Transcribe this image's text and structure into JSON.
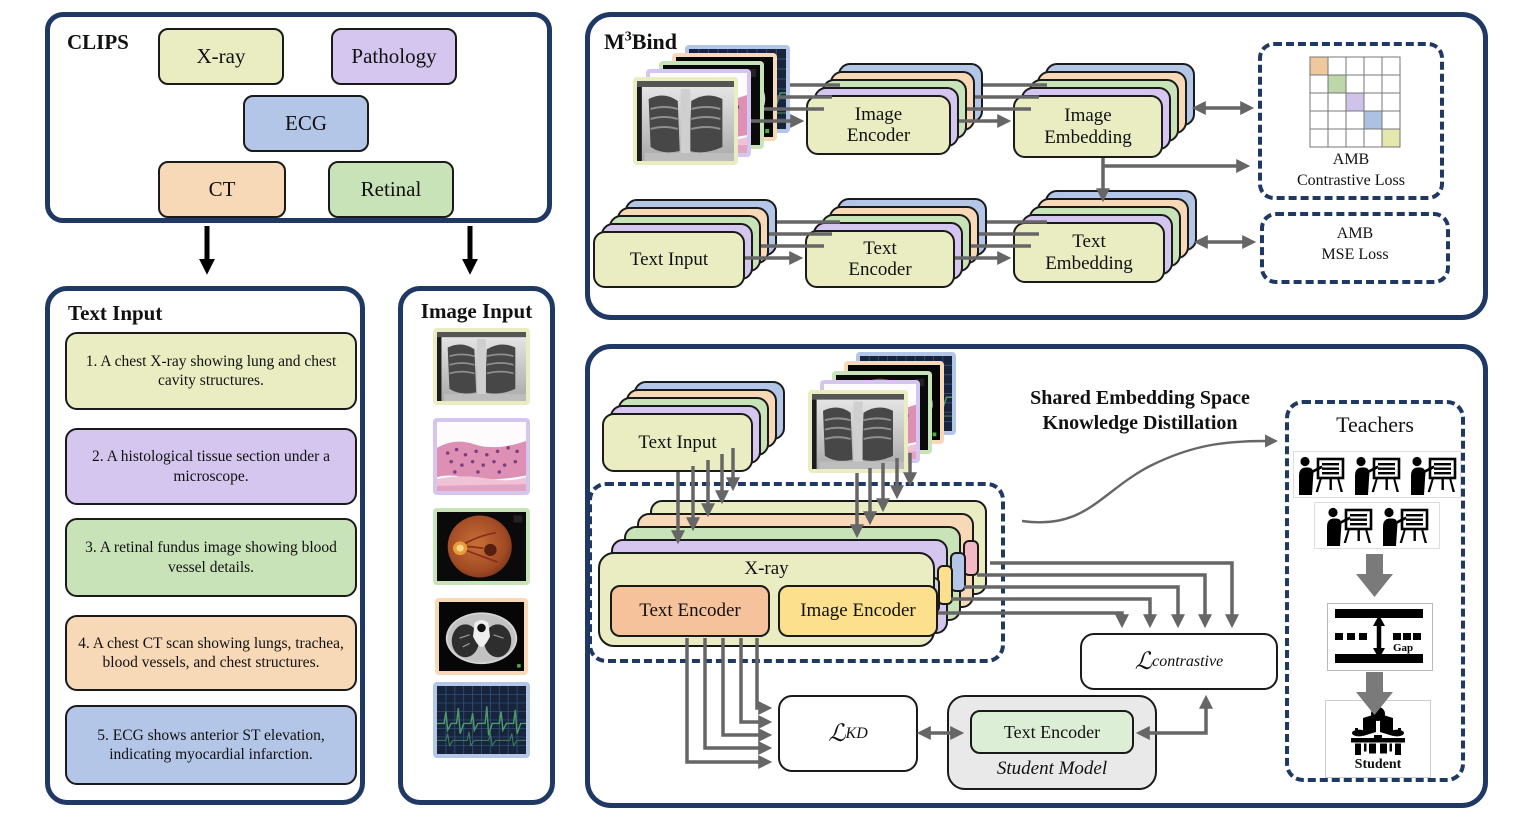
{
  "palette": {
    "navy_border": "#1f3864",
    "xray_yellow": "#eaedc2",
    "pathology_purple": "#d5c6ef",
    "ecg_blue": "#b3c6e7",
    "ct_orange": "#f7d9b7",
    "retinal_green": "#c9e3b9",
    "text_encoder_salmon": "#f6c29b",
    "image_encoder_gold": "#fce08d",
    "student_encoder_green": "#ddeed6",
    "arrow_gray": "#666666"
  },
  "clips": {
    "title": "CLIPS",
    "chips": [
      {
        "label": "X-ray"
      },
      {
        "label": "Pathology"
      },
      {
        "label": "ECG"
      },
      {
        "label": "CT"
      },
      {
        "label": "Retinal"
      }
    ]
  },
  "text_input": {
    "title": "Text Input",
    "items": [
      {
        "text": "1. A chest X-ray showing lung and chest cavity structures."
      },
      {
        "text": "2. A histological tissue section under a microscope."
      },
      {
        "text": "3. A retinal fundus image showing blood vessel details."
      },
      {
        "text": "4. A chest CT scan showing lungs, trachea, blood vessels, and chest structures."
      },
      {
        "text": "5. ECG shows anterior ST elevation, indicating myocardial infarction."
      }
    ]
  },
  "image_input": {
    "title": "Image Input",
    "images": [
      {
        "name": "chest-xray-image"
      },
      {
        "name": "histology-image"
      },
      {
        "name": "retinal-fundus-image"
      },
      {
        "name": "chest-ct-image"
      },
      {
        "name": "ecg-image"
      }
    ]
  },
  "m3bind": {
    "title_m": "M",
    "title_exp": "3",
    "title_rest": "Bind",
    "image_encoder": "Image Encoder",
    "image_embedding": "Image Embedding",
    "text_input": "Text Input",
    "text_encoder": "Text Encoder",
    "text_embedding": "Text Embedding",
    "amb_contrastive": {
      "line1": "AMB",
      "line2": "Contrastive Loss"
    },
    "amb_mse": {
      "line1": "AMB",
      "line2": "MSE Loss"
    }
  },
  "distill": {
    "title1": "Shared Embedding Space",
    "title2": "Knowledge Distillation",
    "text_input": "Text Input",
    "xray": {
      "title": "X-ray",
      "text_encoder": "Text Encoder",
      "image_encoder": "Image Encoder"
    },
    "loss_contrastive": {
      "script": "ℒ",
      "sub": "contrastive"
    },
    "loss_kd": {
      "script": "ℒ",
      "sub": "KD"
    },
    "student": {
      "encoder": "Text Encoder",
      "caption": "Student Model"
    },
    "teachers": {
      "title": "Teachers",
      "gap": "Gap",
      "student": "Student"
    }
  }
}
